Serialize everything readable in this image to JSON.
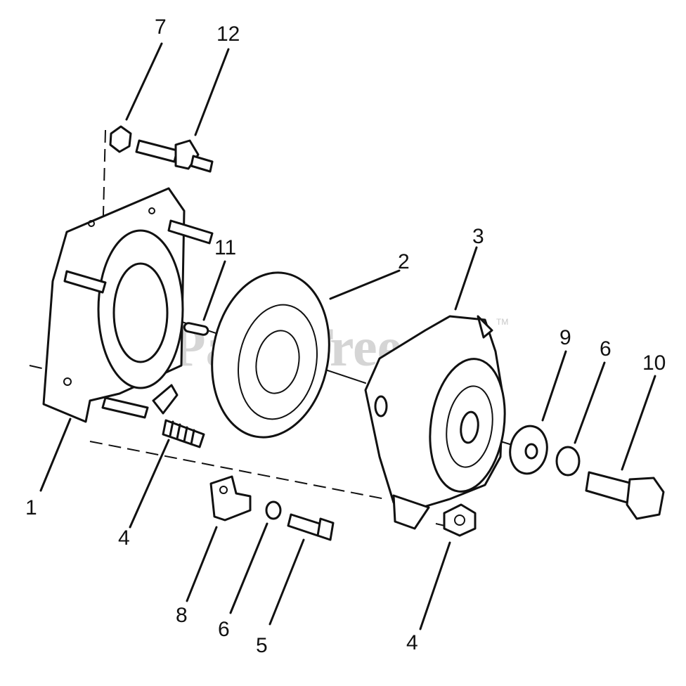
{
  "watermark": {
    "text": "PartsTree",
    "trademark": "TM"
  },
  "callouts": [
    {
      "id": "c7",
      "label": "7"
    },
    {
      "id": "c12",
      "label": "12"
    },
    {
      "id": "c11",
      "label": "11"
    },
    {
      "id": "c2",
      "label": "2"
    },
    {
      "id": "c3",
      "label": "3"
    },
    {
      "id": "c9",
      "label": "9"
    },
    {
      "id": "c6a",
      "label": "6"
    },
    {
      "id": "c10",
      "label": "10"
    },
    {
      "id": "c1",
      "label": "1"
    },
    {
      "id": "c4a",
      "label": "4"
    },
    {
      "id": "c8",
      "label": "8"
    },
    {
      "id": "c6b",
      "label": "6"
    },
    {
      "id": "c5",
      "label": "5"
    },
    {
      "id": "c4b",
      "label": "4"
    }
  ]
}
